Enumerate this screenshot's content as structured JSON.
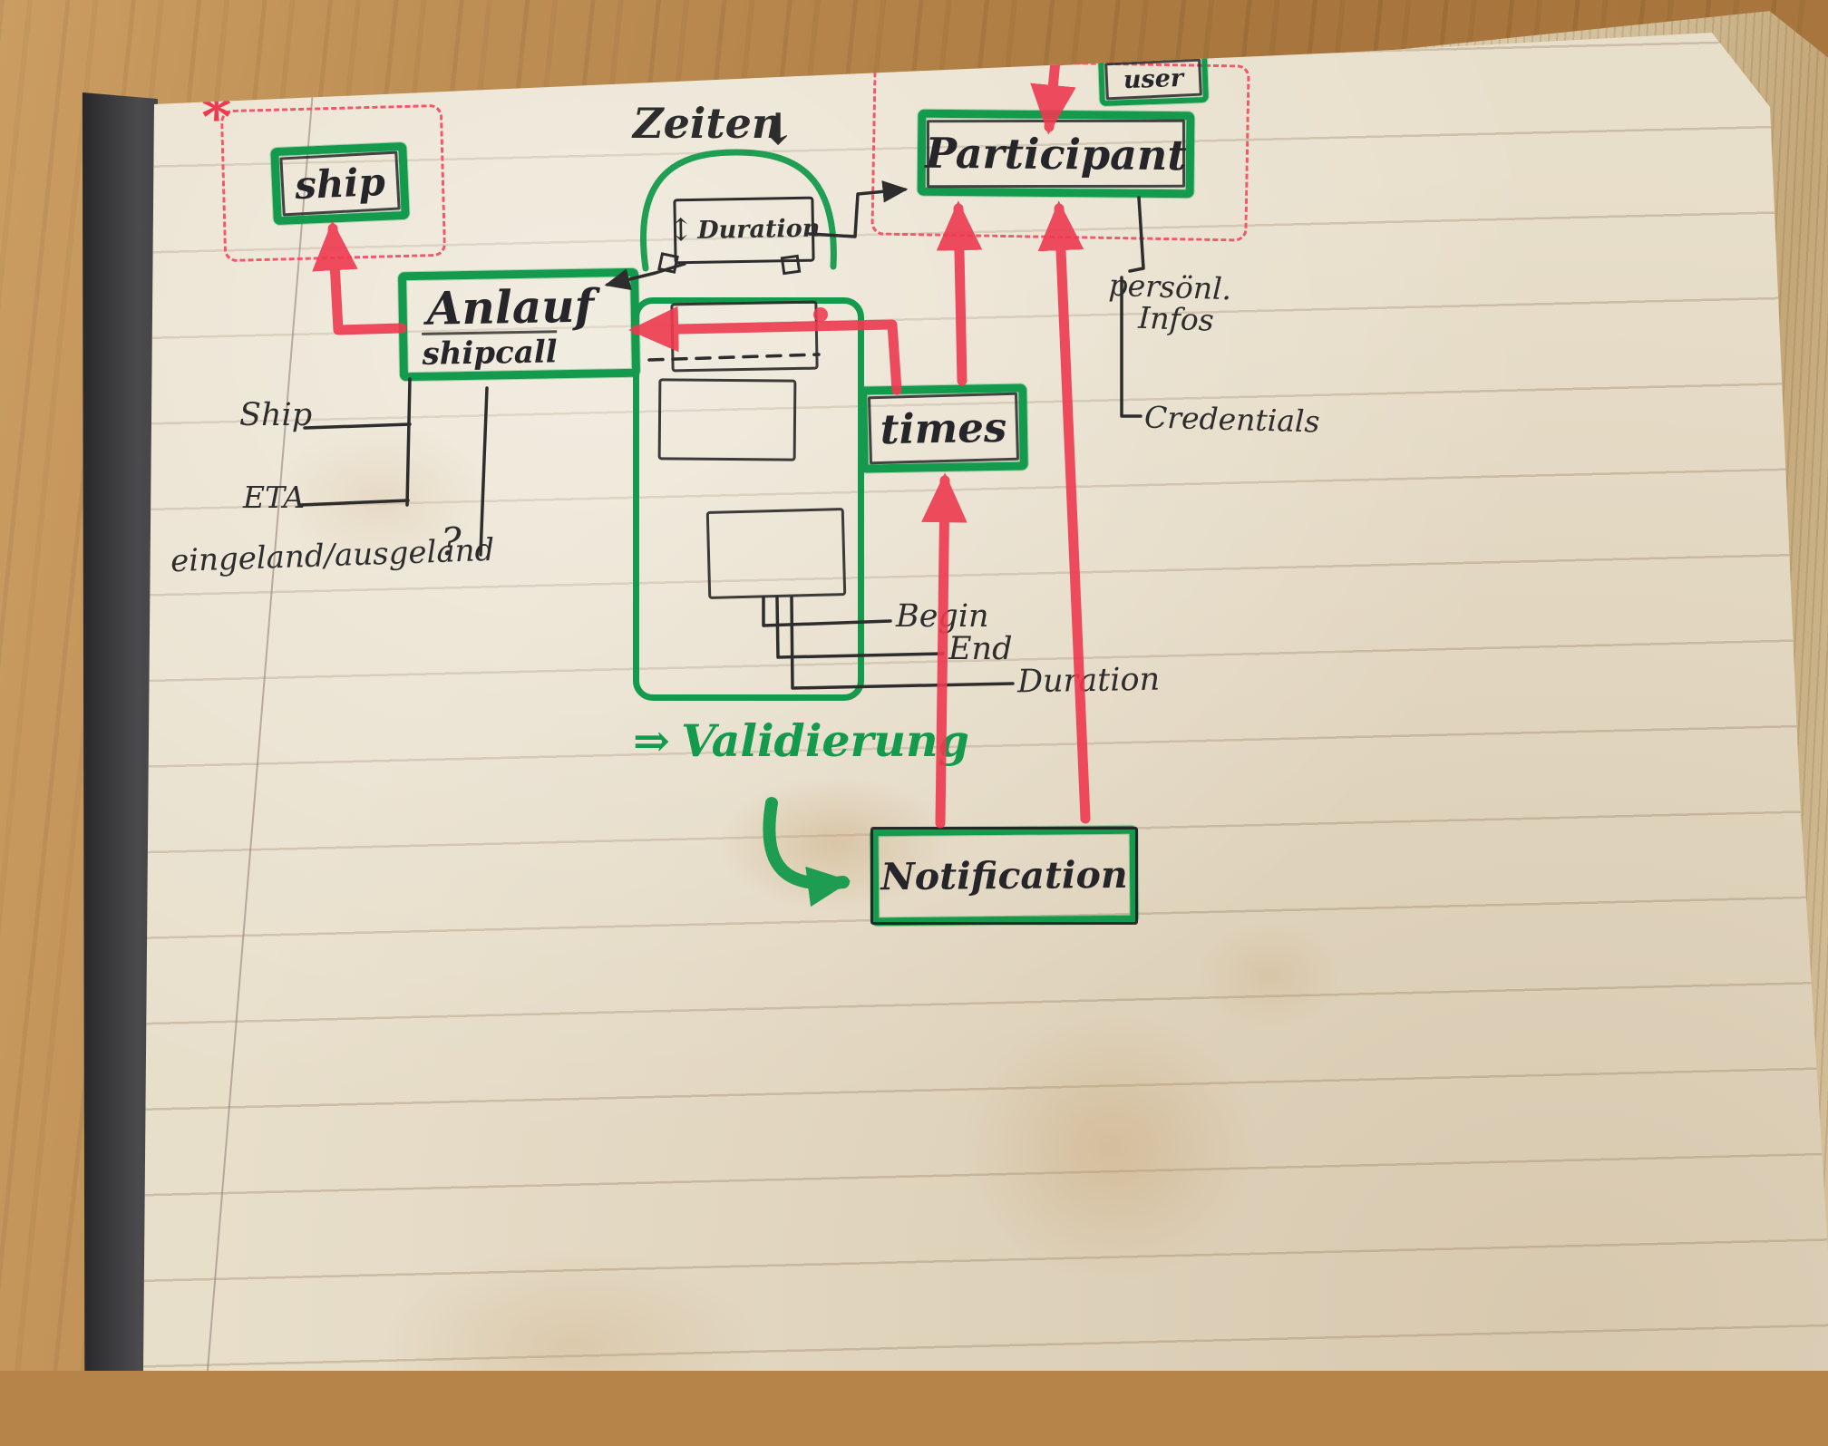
{
  "scene": {
    "description": "Hand-drawn entity relationship sketch on a ruled notebook page lying on a wooden desk"
  },
  "colors": {
    "marker_green": "#149a4c",
    "marker_red": "#ee3a50",
    "ink_black": "#2d2d2d",
    "paper": "#e8dfcb",
    "wood": "#b68449"
  },
  "entities": {
    "ship": {
      "label": "ship"
    },
    "anlauf": {
      "label": "Anlauf",
      "sublabel": "shipcall"
    },
    "duration": {
      "label": "Duration",
      "resize_arrow": "↕"
    },
    "participant": {
      "label": "Participant"
    },
    "user": {
      "label": "user"
    },
    "times": {
      "label": "times"
    },
    "notification": {
      "label": "Notification"
    }
  },
  "annotations": {
    "zeiten": {
      "text": "Zeiten",
      "arrow": "↓"
    },
    "asterisk_left": "*",
    "asterisk_right": "*",
    "validierung": {
      "arrow": "⇒",
      "text": "Validierung"
    }
  },
  "attributes": {
    "anlauf": {
      "ship": "Ship",
      "eta": "ETA",
      "inout": "eingeland/ausgeland",
      "question": "?"
    },
    "times": {
      "begin": "Begin",
      "end": "End",
      "duration": "Duration"
    },
    "participant": {
      "personal_line1": "persönl.",
      "personal_line2": "Infos",
      "credentials": "Credentials"
    }
  }
}
